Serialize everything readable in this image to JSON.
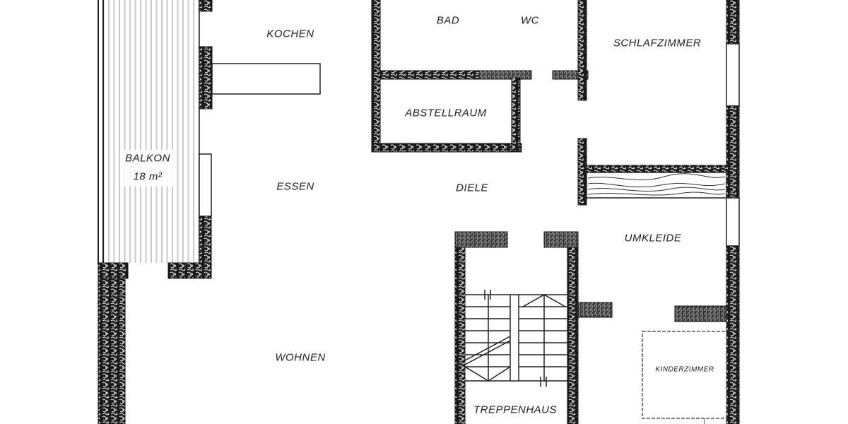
{
  "plan": {
    "colors": {
      "wall_fill": "#1a1a1a",
      "wall_texture": "#f2f2f2",
      "line": "#222222",
      "balcony_stripe": "#c8c8c8",
      "background": "#ffffff"
    },
    "rooms": [
      {
        "id": "kochen",
        "label": "KOCHEN"
      },
      {
        "id": "bad",
        "label": "BAD"
      },
      {
        "id": "wc",
        "label": "WC"
      },
      {
        "id": "schlafzimmer",
        "label": "SCHLAFZIMMER"
      },
      {
        "id": "abstellraum",
        "label": "ABSTELLRAUM"
      },
      {
        "id": "balkon",
        "label": "BALKON",
        "area": "18 m²"
      },
      {
        "id": "essen",
        "label": "ESSEN"
      },
      {
        "id": "diele",
        "label": "DIELE"
      },
      {
        "id": "umkleide",
        "label": "UMKLEIDE"
      },
      {
        "id": "wohnen",
        "label": "WOHNEN"
      },
      {
        "id": "treppenhaus",
        "label": "TREPPENHAUS"
      },
      {
        "id": "kinderzimmer",
        "label": "KINDERZIMMER"
      }
    ]
  }
}
